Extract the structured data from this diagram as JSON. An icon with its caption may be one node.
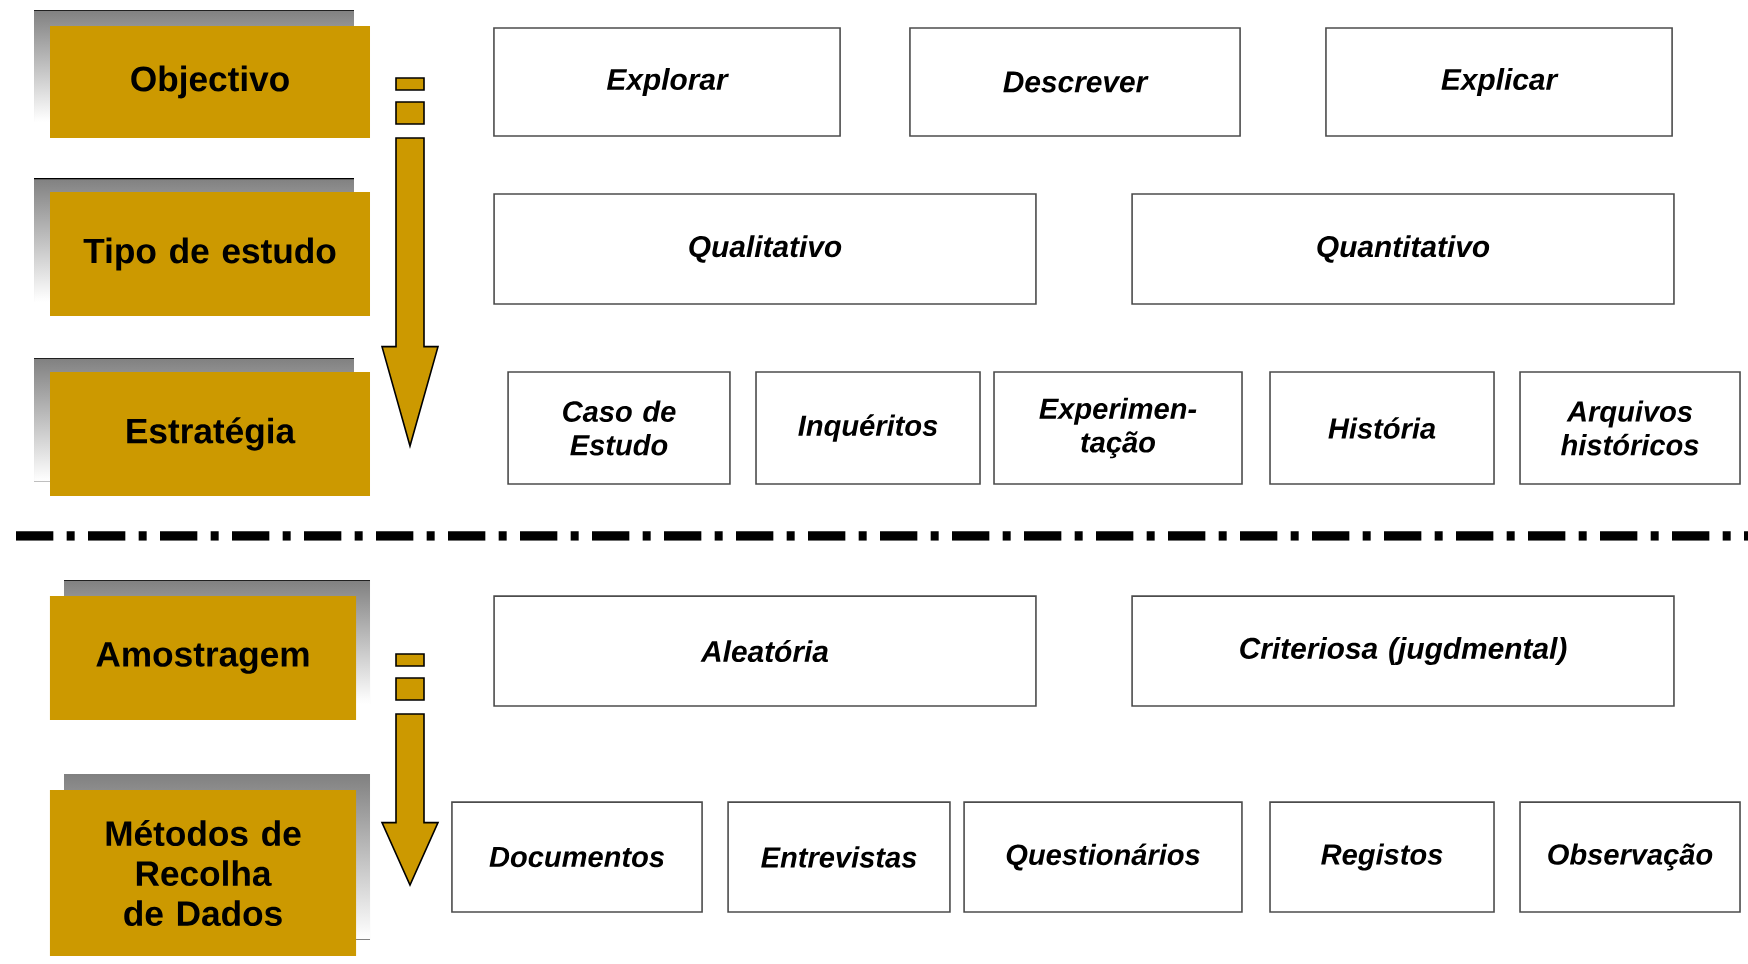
{
  "diagram": {
    "nodes": [
      {
        "text": [
          "Objectivo"
        ]
      },
      {
        "text": [
          "Explorar"
        ]
      },
      {
        "text": [
          "Descrever"
        ]
      },
      {
        "text": [
          "Explicar"
        ]
      },
      {
        "text": [
          "Tipo de estudo"
        ]
      },
      {
        "text": [
          "Qualitativo"
        ]
      },
      {
        "text": [
          "Quantitativo"
        ]
      },
      {
        "text": [
          "Estratégia"
        ]
      },
      {
        "text": [
          "Caso de Estudo"
        ]
      },
      {
        "text": [
          "Inquéritos"
        ]
      },
      {
        "text": [
          "Experimen- tação"
        ]
      },
      {
        "text": [
          "História"
        ]
      },
      {
        "text": [
          "Arquivos históricos"
        ]
      },
      {
        "text": [
          "Amostragem"
        ]
      },
      {
        "text": [
          "Aleatória"
        ]
      },
      {
        "text": [
          "Criteriosa (jugdmental)"
        ]
      },
      {
        "text": [
          "Métodos de Recolha de Dados"
        ]
      },
      {
        "text": [
          "Documentos"
        ]
      },
      {
        "text": [
          "Entrevistas"
        ]
      },
      {
        "text": [
          "Questionários"
        ]
      },
      {
        "text": [
          "Registos"
        ]
      },
      {
        "text": [
          "Observação"
        ]
      }
    ],
    "edges": [
      {
        "from": 0,
        "to": 7,
        "arrow": "to"
      },
      {
        "from": 13,
        "to": 16,
        "arrow": "to"
      }
    ]
  }
}
